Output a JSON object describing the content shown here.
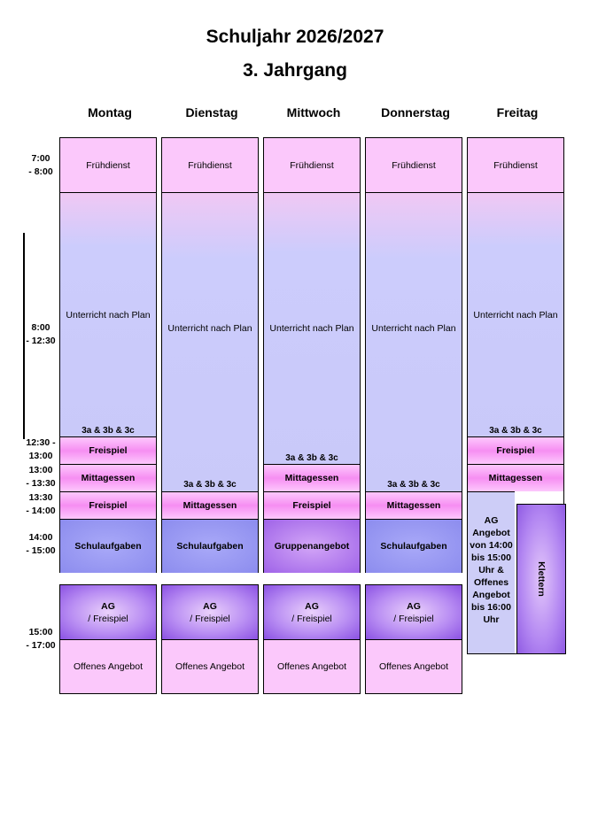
{
  "header": {
    "title": "Schuljahr 2026/2027",
    "subtitle": "3. Jahrgang"
  },
  "days": [
    "Montag",
    "Dienstag",
    "Mittwoch",
    "Donnerstag",
    "Freitag"
  ],
  "times": {
    "t1": "7:00\n- 8:00",
    "t2": "8:00\n- 12:30",
    "t3": "12:30 -\n13:00",
    "t4": "13:00\n- 13:30",
    "t5": "13:30\n- 14:00",
    "t6": "14:00\n- 15:00",
    "t7": "15:00\n- 17:00"
  },
  "labels": {
    "fruehdienst": "Frühdienst",
    "unterricht": "Unterricht nach Plan",
    "klassen": "3a & 3b & 3c",
    "freispiel": "Freispiel",
    "mittagessen": "Mittagessen",
    "schulaufgaben": "Schulaufgaben",
    "gruppenangebot": "Gruppenangebot",
    "ag": "AG",
    "ag_freispiel": "/ Freispiel",
    "offenes_angebot": "Offenes Angebot",
    "freitag_ag": "AG\nAngebot\nvon 14:00\nbis 15:00\nUhr &\nOffenes\nAngebot\nbis 16:00\nUhr",
    "klettern": "Klettern"
  }
}
